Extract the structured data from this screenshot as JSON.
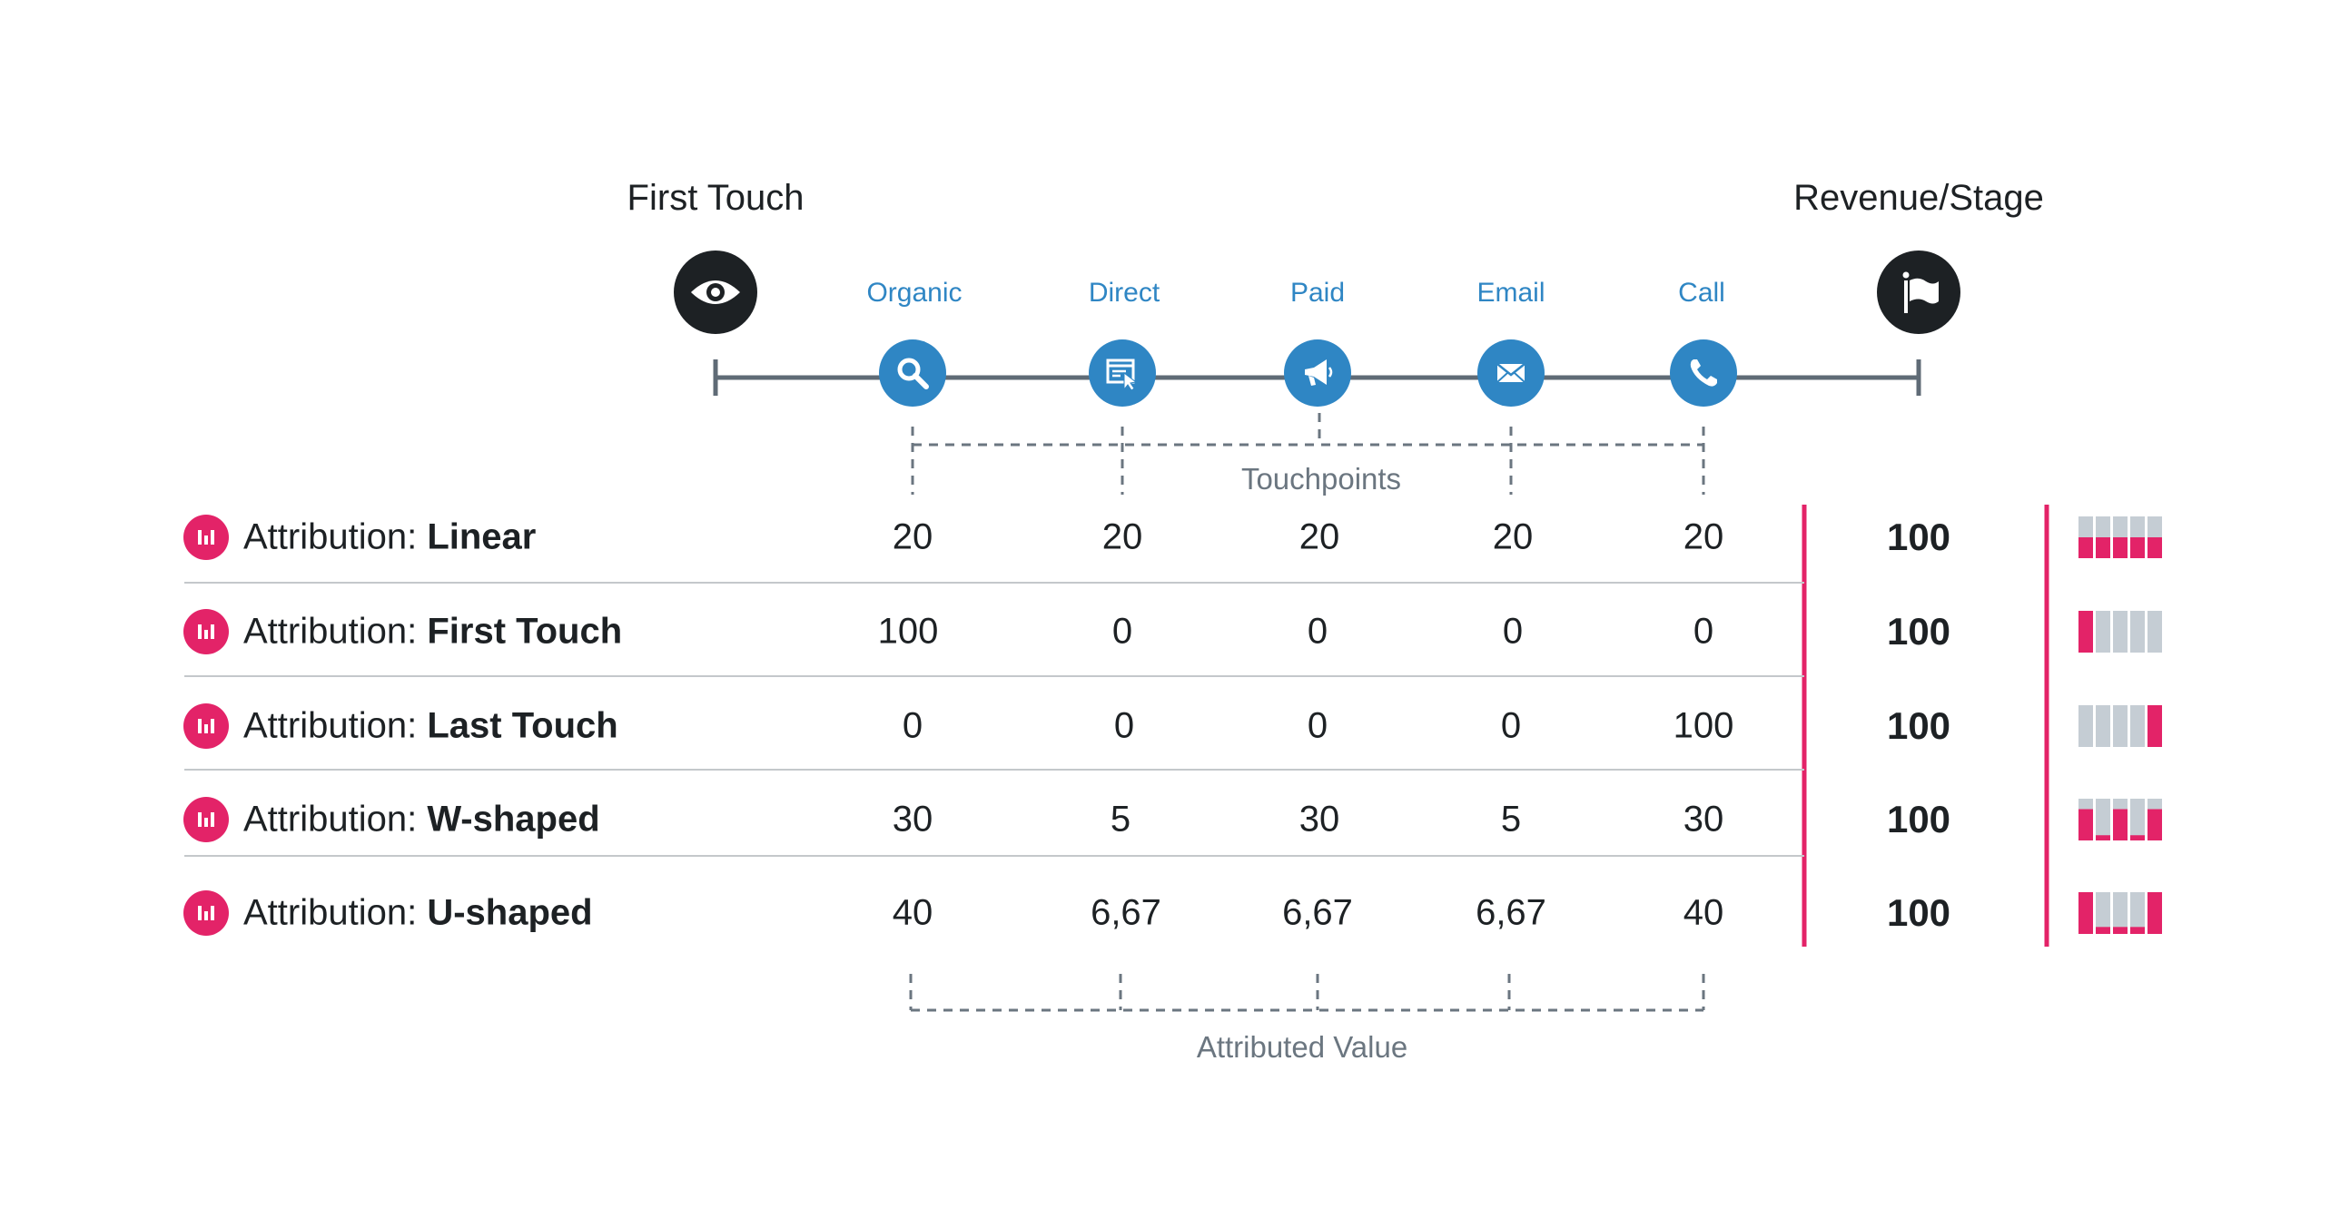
{
  "headers": {
    "start": "First Touch",
    "end": "Revenue/Stage"
  },
  "touchpoints": [
    {
      "label": "Organic",
      "icon": "search-icon"
    },
    {
      "label": "Direct",
      "icon": "browser-click-icon"
    },
    {
      "label": "Paid",
      "icon": "megaphone-icon"
    },
    {
      "label": "Email",
      "icon": "envelope-icon"
    },
    {
      "label": "Call",
      "icon": "phone-icon"
    }
  ],
  "end_icons": {
    "start": "eye-icon",
    "end": "flag-icon"
  },
  "captions": {
    "touchpoints": "Touchpoints",
    "attributed": "Attributed Value"
  },
  "colors": {
    "accent_blue": "#2f86c4",
    "accent_pink": "#e32368",
    "dark": "#1d2124",
    "bar_gray": "#c5cdd4"
  },
  "rows": [
    {
      "prefix": "Attribution: ",
      "model": "Linear",
      "values": [
        "20",
        "20",
        "20",
        "20",
        "20"
      ],
      "total": "100"
    },
    {
      "prefix": "Attribution: ",
      "model": "First Touch",
      "values": [
        "100",
        "0",
        "0",
        "0",
        "0"
      ],
      "total": "100"
    },
    {
      "prefix": "Attribution: ",
      "model": "Last Touch",
      "values": [
        "0",
        "0",
        "0",
        "0",
        "100"
      ],
      "total": "100"
    },
    {
      "prefix": "Attribution: ",
      "model": "W-shaped",
      "values": [
        "30",
        "5",
        "30",
        "5",
        "30"
      ],
      "total": "100"
    },
    {
      "prefix": "Attribution: ",
      "model": "U-shaped",
      "values": [
        "40",
        "6,67",
        "6,67",
        "6,67",
        "40"
      ],
      "total": "100"
    }
  ]
}
